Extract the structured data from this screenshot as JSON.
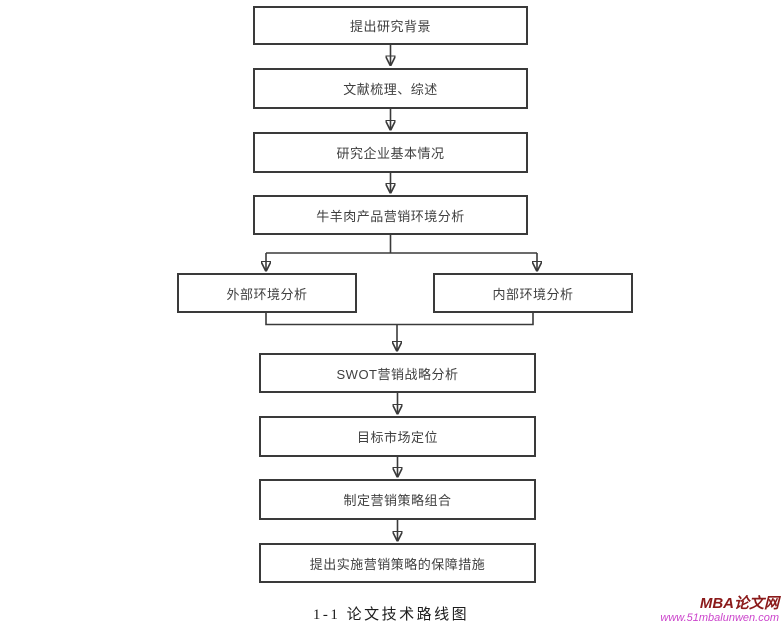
{
  "figure": {
    "caption": "1-1 论文技术路线图"
  },
  "watermark": {
    "site": "MBA论文网",
    "url": "www.51mbalunwen.com"
  },
  "diagram": {
    "type": "flowchart",
    "direction": "top-down",
    "nodes": [
      {
        "id": "n1",
        "label": "提出研究背景"
      },
      {
        "id": "n2",
        "label": "文献梳理、综述"
      },
      {
        "id": "n3",
        "label": "研究企业基本情况"
      },
      {
        "id": "n4",
        "label": "牛羊肉产品营销环境分析"
      },
      {
        "id": "n5",
        "label": "外部环境分析"
      },
      {
        "id": "n6",
        "label": "内部环境分析"
      },
      {
        "id": "n7",
        "label": "SWOT营销战略分析"
      },
      {
        "id": "n8",
        "label": "目标市场定位"
      },
      {
        "id": "n9",
        "label": "制定营销策略组合"
      },
      {
        "id": "n10",
        "label": "提出实施营销策略的保障措施"
      }
    ],
    "edges": [
      {
        "from": "n1",
        "to": "n2"
      },
      {
        "from": "n2",
        "to": "n3"
      },
      {
        "from": "n3",
        "to": "n4"
      },
      {
        "from": "n4",
        "to": "n5"
      },
      {
        "from": "n4",
        "to": "n6"
      },
      {
        "from": "n5",
        "to": "n7"
      },
      {
        "from": "n6",
        "to": "n7"
      },
      {
        "from": "n7",
        "to": "n8"
      },
      {
        "from": "n8",
        "to": "n9"
      },
      {
        "from": "n9",
        "to": "n10"
      }
    ]
  },
  "colors": {
    "background": "#ffffff",
    "box_border": "#3a3a3a",
    "box_text": "#3f3f3f",
    "connector": "#3a3a3a",
    "watermark_site": "#8b1a1a",
    "watermark_url": "#cc44cc"
  }
}
